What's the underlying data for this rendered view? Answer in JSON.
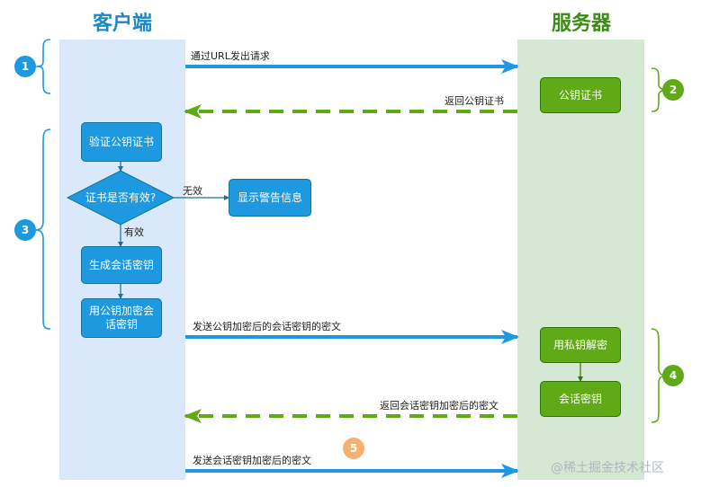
{
  "lanes": {
    "client_title": "客户端",
    "server_title": "服务器"
  },
  "nodes": {
    "server_cert": "公钥证书",
    "verify_cert": "验证公钥证书",
    "cert_valid_decision": "证书是否有效?",
    "show_warning": "显示警告信息",
    "generate_session_key": "生成会话密钥",
    "encrypt_with_public_key": "用公钥加密会话密钥",
    "decrypt_with_private_key": "用私钥解密",
    "session_key": "会话密钥"
  },
  "edges": {
    "send_request": "通过URL发出请求",
    "return_cert": "返回公钥证书",
    "invalid": "无效",
    "valid": "有效",
    "send_encrypted_key": "发送公钥加密后的会话密钥的密文",
    "return_encrypted": "返回会话密钥加密后的密文",
    "send_encrypted": "发送会话密钥加密后的密文"
  },
  "steps": [
    "1",
    "2",
    "3",
    "4",
    "5"
  ],
  "watermark": "@稀土掘金技术社区",
  "colors": {
    "client_lane": "#dae8fc",
    "server_lane": "#d5e8d4",
    "blue": "#1e98df",
    "green": "#60a917",
    "orange": "#f6b172"
  }
}
